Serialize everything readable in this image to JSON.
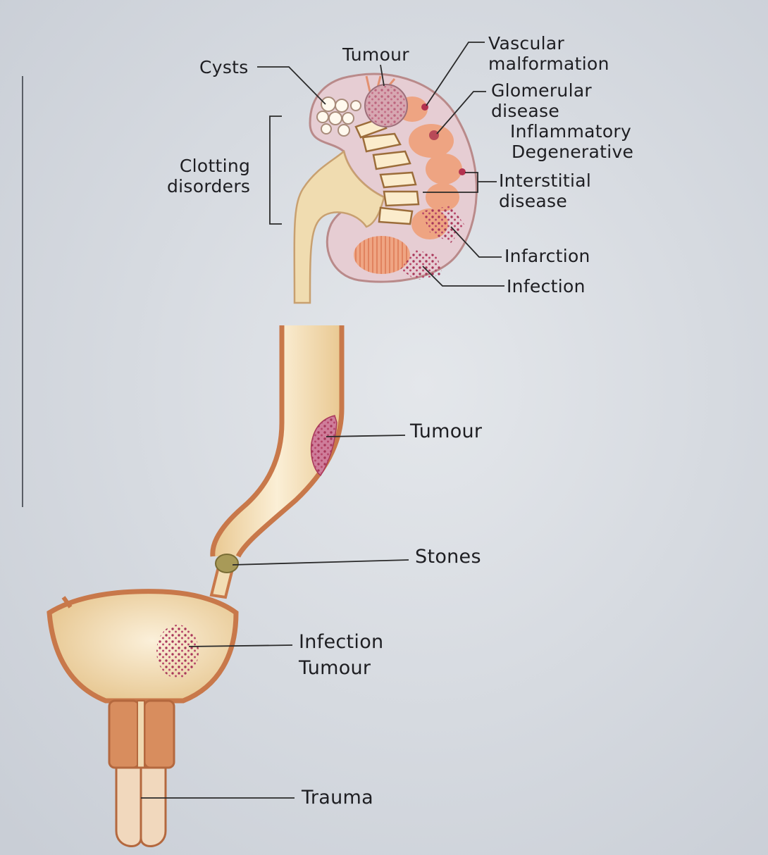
{
  "labels": {
    "cysts": "Cysts",
    "tumour_kidney": "Tumour",
    "vascular": [
      "Vascular",
      "malformation"
    ],
    "glomerular": [
      "Glomerular",
      "disease"
    ],
    "inflammatory": "Inflammatory",
    "degenerative": "Degenerative",
    "clotting": [
      "Clotting",
      "disorders"
    ],
    "interstitial": [
      "Interstitial",
      "disease"
    ],
    "infarction": "Infarction",
    "infection_kidney": "Infection",
    "tumour_ureter": "Tumour",
    "stones": "Stones",
    "infection_bladder": "Infection",
    "tumour_bladder": "Tumour",
    "trauma": "Trauma"
  },
  "colors": {
    "page": "#dde1e6",
    "kidney_fill": "#e6cdd3",
    "kidney_edge": "#b98a8a",
    "ureter_fill": "#f2ddb4",
    "ureter_wall": "#c8784a",
    "bladder_fill": "#efd6a8",
    "lesion": "#a8375a",
    "pyramid": "#e79a78",
    "leader": "#2a2a2a"
  }
}
